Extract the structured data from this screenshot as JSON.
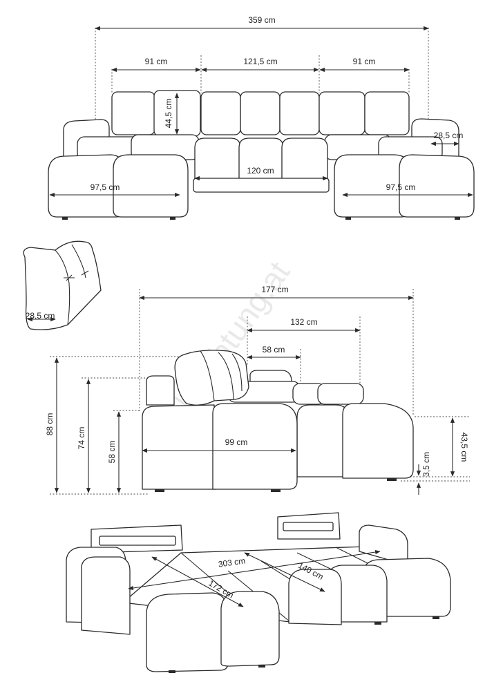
{
  "watermark": "beleuchtung.at",
  "top_view": {
    "total_width": "359 cm",
    "back_left": "91 cm",
    "back_middle": "121,5 cm",
    "back_right": "91 cm",
    "back_cushion_height": "44,5 cm",
    "armrest_width": "28,5 cm",
    "middle_seat_width": "120 cm",
    "left_chaise_width": "97,5 cm",
    "right_chaise_width": "97,5 cm"
  },
  "cushion_detail": {
    "depth": "28,5 cm"
  },
  "side_view": {
    "total_depth": "177 cm",
    "chaise_depth": "132 cm",
    "seat_depth": "58 cm",
    "front_width": "99 cm",
    "total_height": "88 cm",
    "backrest_height": "74 cm",
    "seat_height": "58 cm",
    "chaise_height": "43,5 cm",
    "leg_height": "3,5 cm"
  },
  "bed_view": {
    "bed_length": "303 cm",
    "bed_width": "140 cm",
    "chaise_length": "172 cm"
  },
  "colors": {
    "line": "#2a2a2a",
    "background": "#ffffff",
    "watermark": "#e9e9e9"
  }
}
